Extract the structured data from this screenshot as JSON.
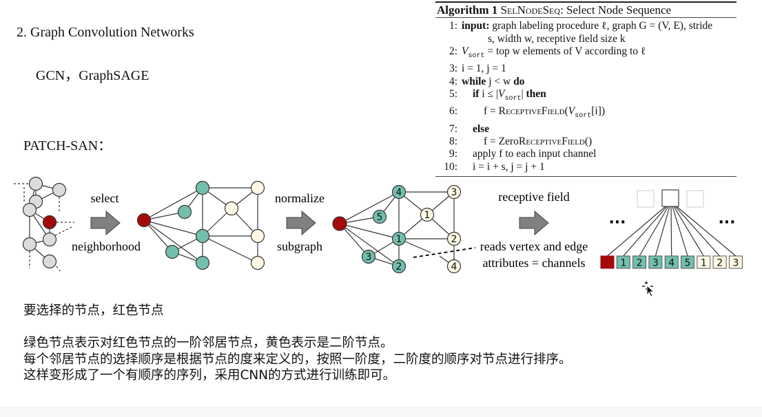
{
  "heading": "2.   Graph Convolution Networks",
  "subheading": "GCN，GraphSAGE",
  "section_label": "PATCH-SAN：",
  "algorithm": {
    "title_bold": "Algorithm 1",
    "title_sc": "SelNodeSeq",
    "title_rest": ": Select Node Sequence",
    "lines": [
      {
        "num": "1:",
        "text": "input: graph labeling procedure ℓ, graph G = (V, E), stride"
      },
      {
        "num": "",
        "text": "s, width w, receptive field size k"
      },
      {
        "num": "2:",
        "text": "V_sort = top w elements of V according to ℓ"
      },
      {
        "num": "3:",
        "text": "i = 1, j = 1"
      },
      {
        "num": "4:",
        "text": "while j < w do"
      },
      {
        "num": "5:",
        "text": "if i ≤ |V_sort| then"
      },
      {
        "num": "6:",
        "text": "f = ReceptiveField(V_sort[i])"
      },
      {
        "num": "7:",
        "text": "else"
      },
      {
        "num": "8:",
        "text": "f = ZeroReceptiveField()"
      },
      {
        "num": "9:",
        "text": "apply f to each input channel"
      },
      {
        "num": "10:",
        "text": "i = i + s, j = j + 1"
      }
    ]
  },
  "figure": {
    "step1_top": "select",
    "step1_bottom": "neighborhood",
    "step2_top": "normalize",
    "step2_bottom": "subgraph",
    "step3_top": "receptive field",
    "step3_bottom_1": "reads vertex and edge",
    "step3_bottom_2": "attributes = channels",
    "ellipsis": "···",
    "normalized_labels": {
      "green": [
        "4",
        "5",
        "1",
        "3",
        "2"
      ],
      "yellow": [
        "1",
        "3",
        "2",
        "4"
      ]
    },
    "sequence": [
      {
        "label": "",
        "kind": "red"
      },
      {
        "label": "1",
        "kind": "green"
      },
      {
        "label": "2",
        "kind": "green"
      },
      {
        "label": "3",
        "kind": "green"
      },
      {
        "label": "4",
        "kind": "green"
      },
      {
        "label": "5",
        "kind": "green"
      },
      {
        "label": "1",
        "kind": "yellow"
      },
      {
        "label": "2",
        "kind": "yellow"
      },
      {
        "label": "3",
        "kind": "yellow"
      }
    ],
    "colors": {
      "red": "#a50a0a",
      "green": "#72bfae",
      "yellow": "#fcf8e3",
      "gray": "#dcdcdc",
      "arrow": "#808080"
    }
  },
  "notes": {
    "line1": "要选择的节点，红色节点",
    "para": [
      "绿色节点表示对红色节点的一阶邻居节点，黄色表示是二阶节点。",
      "每个邻居节点的选择顺序是根据节点的度来定义的，按照一阶度，二阶度的顺序对节点进行排序。",
      "这样变形成了一个有顺序的序列，采用CNN的方式进行训练即可。"
    ]
  }
}
